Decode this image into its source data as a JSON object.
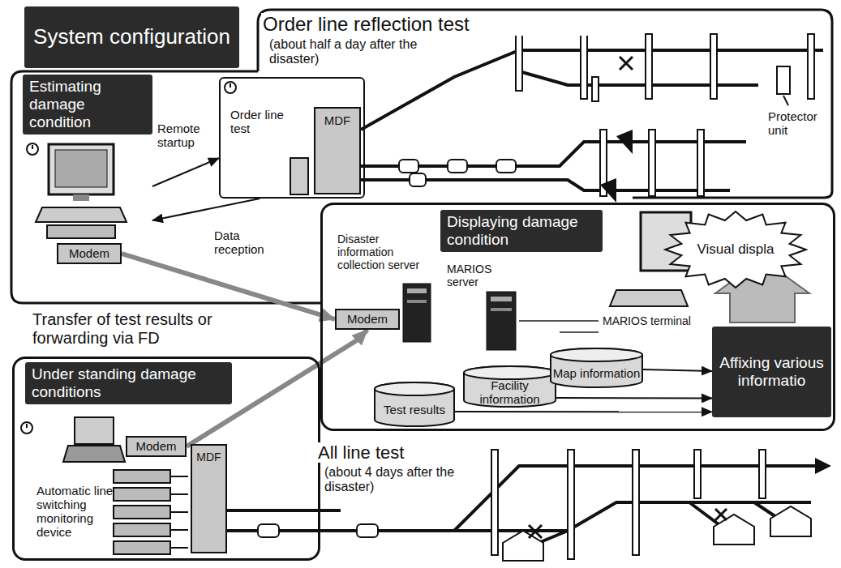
{
  "diagram": {
    "nodes": [
      {
        "text": [
          "System configuration"
        ]
      },
      {
        "text": [
          "Estimating damage condition"
        ]
      },
      {
        "text": [
          "Modem"
        ],
        "in": 1
      },
      {
        "text": [
          "Order line test"
        ]
      },
      {
        "text": [
          "MDF"
        ],
        "in": 3
      },
      {
        "text": [
          "Displaying damage condition"
        ]
      },
      {
        "text": [
          "Disaster information collection server"
        ],
        "in": 5
      },
      {
        "text": [
          "Modem"
        ],
        "in": 5
      },
      {
        "text": [
          "MARIOS server"
        ],
        "in": 5
      },
      {
        "text": [
          "MARIOS terminal"
        ],
        "in": 5
      },
      {
        "text": [
          "Visual displa"
        ],
        "in": 5
      },
      {
        "text": [
          "Test results"
        ],
        "in": 5
      },
      {
        "text": [
          "Facility information"
        ],
        "in": 5
      },
      {
        "text": [
          "Map information"
        ],
        "in": 5
      },
      {
        "text": [
          "Affixing various informatio"
        ],
        "in": 5
      },
      {
        "text": [
          "Under standing damage conditions"
        ]
      },
      {
        "text": [
          "Modem"
        ],
        "in": 15
      },
      {
        "text": [
          "Automatic line switching monitoring device"
        ],
        "in": 15
      },
      {
        "text": [
          "MDF"
        ],
        "in": 15
      }
    ],
    "edges": [
      {
        "from": 1,
        "to": 3,
        "arrow": "to",
        "label": "Remote startup"
      },
      {
        "from": 3,
        "to": 1,
        "arrow": "to",
        "label": "Data reception"
      },
      {
        "from": 2,
        "to": 7,
        "arrow": "to"
      },
      {
        "from": 16,
        "to": 7,
        "arrow": "to"
      },
      {
        "from": 11,
        "to": 14,
        "arrow": "to"
      },
      {
        "from": 12,
        "to": 14,
        "arrow": "to"
      },
      {
        "from": 13,
        "to": 14,
        "arrow": "to"
      }
    ],
    "labels": [
      "Order line reflection test",
      "(about half a day after the disaster)",
      "Protector unit",
      "Transfer of test results or forwarding via FD",
      "All line test",
      "(about 4 days after the disaster)"
    ]
  }
}
